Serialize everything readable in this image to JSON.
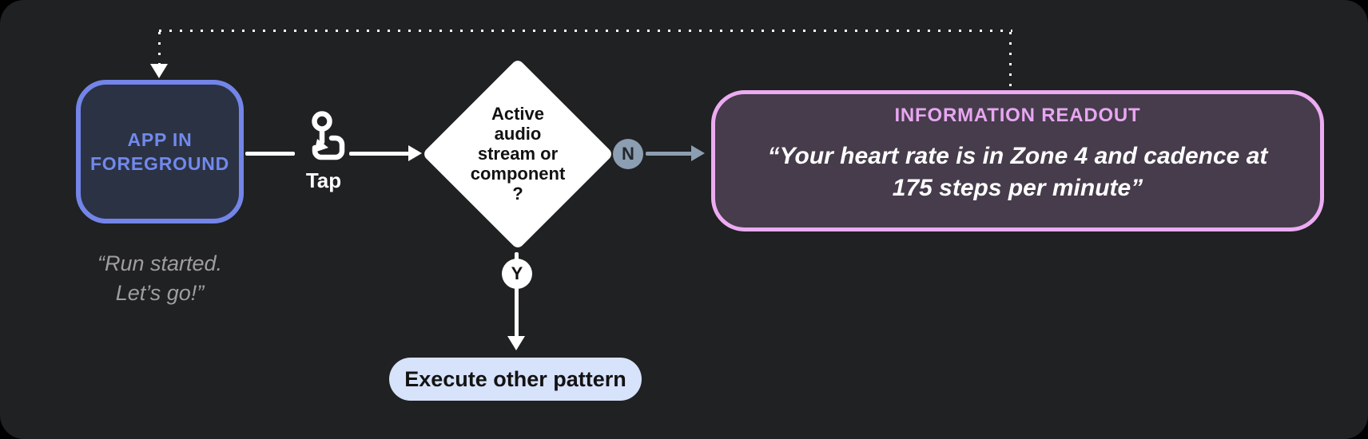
{
  "app_node": {
    "label_line1": "APP IN",
    "label_line2": "FOREGROUND",
    "caption_line1": "“Run started.",
    "caption_line2": "Let’s go!”"
  },
  "tap_connector": {
    "label": "Tap"
  },
  "decision_node": {
    "lines": [
      "Active",
      "audio",
      "stream or",
      "component",
      "?"
    ]
  },
  "branches": {
    "no_label": "N",
    "yes_label": "Y"
  },
  "readout_node": {
    "title": "INFORMATION READOUT",
    "quote_line1": "“Your heart rate is in Zone 4 and cadence at",
    "quote_line2": "175 steps per minute”"
  },
  "action_node": {
    "label": "Execute other pattern"
  },
  "colors": {
    "panel_background": "#202122",
    "app_border": "#7385e8",
    "app_fill": "#2b3244",
    "app_text": "#7289ec",
    "caption_gray": "#9e9ea1",
    "branch_no_slate": "#8c9eb1",
    "readout_border": "#ecabf2",
    "readout_fill": "#463c4b",
    "readout_title_pink": "#e8a6f2",
    "action_pill_blue": "#d7e2fb",
    "line_white": "#ffffff"
  }
}
